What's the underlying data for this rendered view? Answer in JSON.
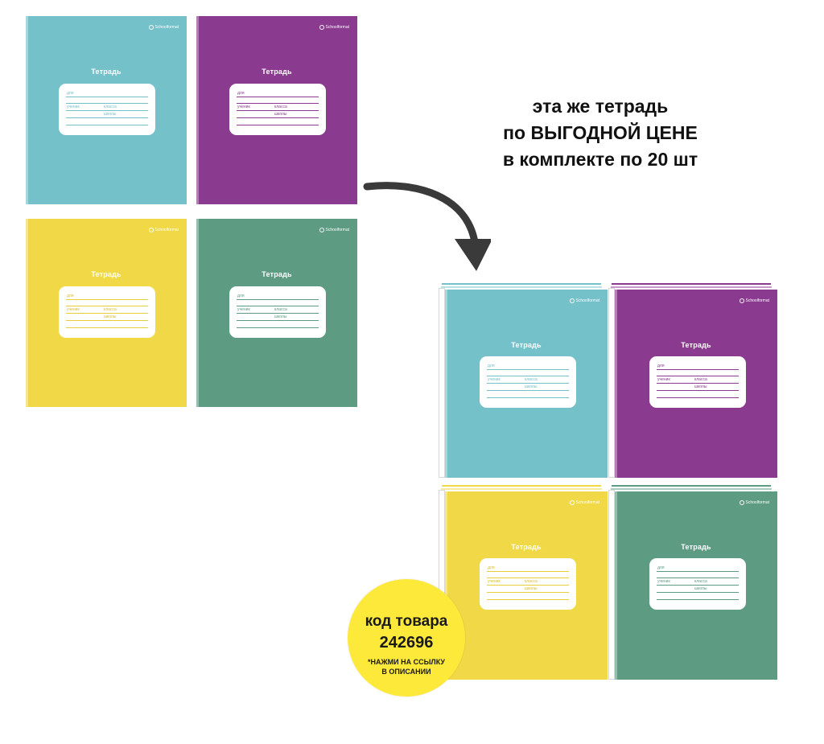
{
  "notebook": {
    "brand": "Schoolformat",
    "title": "Тетрадь",
    "label_line1": "для",
    "label_line2a": "ученик",
    "label_line2b": "класса",
    "label_line3": "школы"
  },
  "colors": {
    "blue": "#74c1c9",
    "purple": "#8a3a8f",
    "yellow": "#f0d846",
    "green": "#5d9b82",
    "arrow": "#3a3a3a",
    "badge": "#fce93a"
  },
  "headline": {
    "line1": "эта же тетрадь",
    "line2": "по ВЫГОДНОЙ ЦЕНЕ",
    "line3": "в комплекте по 20 шт"
  },
  "badge": {
    "line1": "код товара",
    "code": "242696",
    "note_line1": "*НАЖМИ НА ССЫЛКУ",
    "note_line2": "В ОПИСАНИИ"
  }
}
